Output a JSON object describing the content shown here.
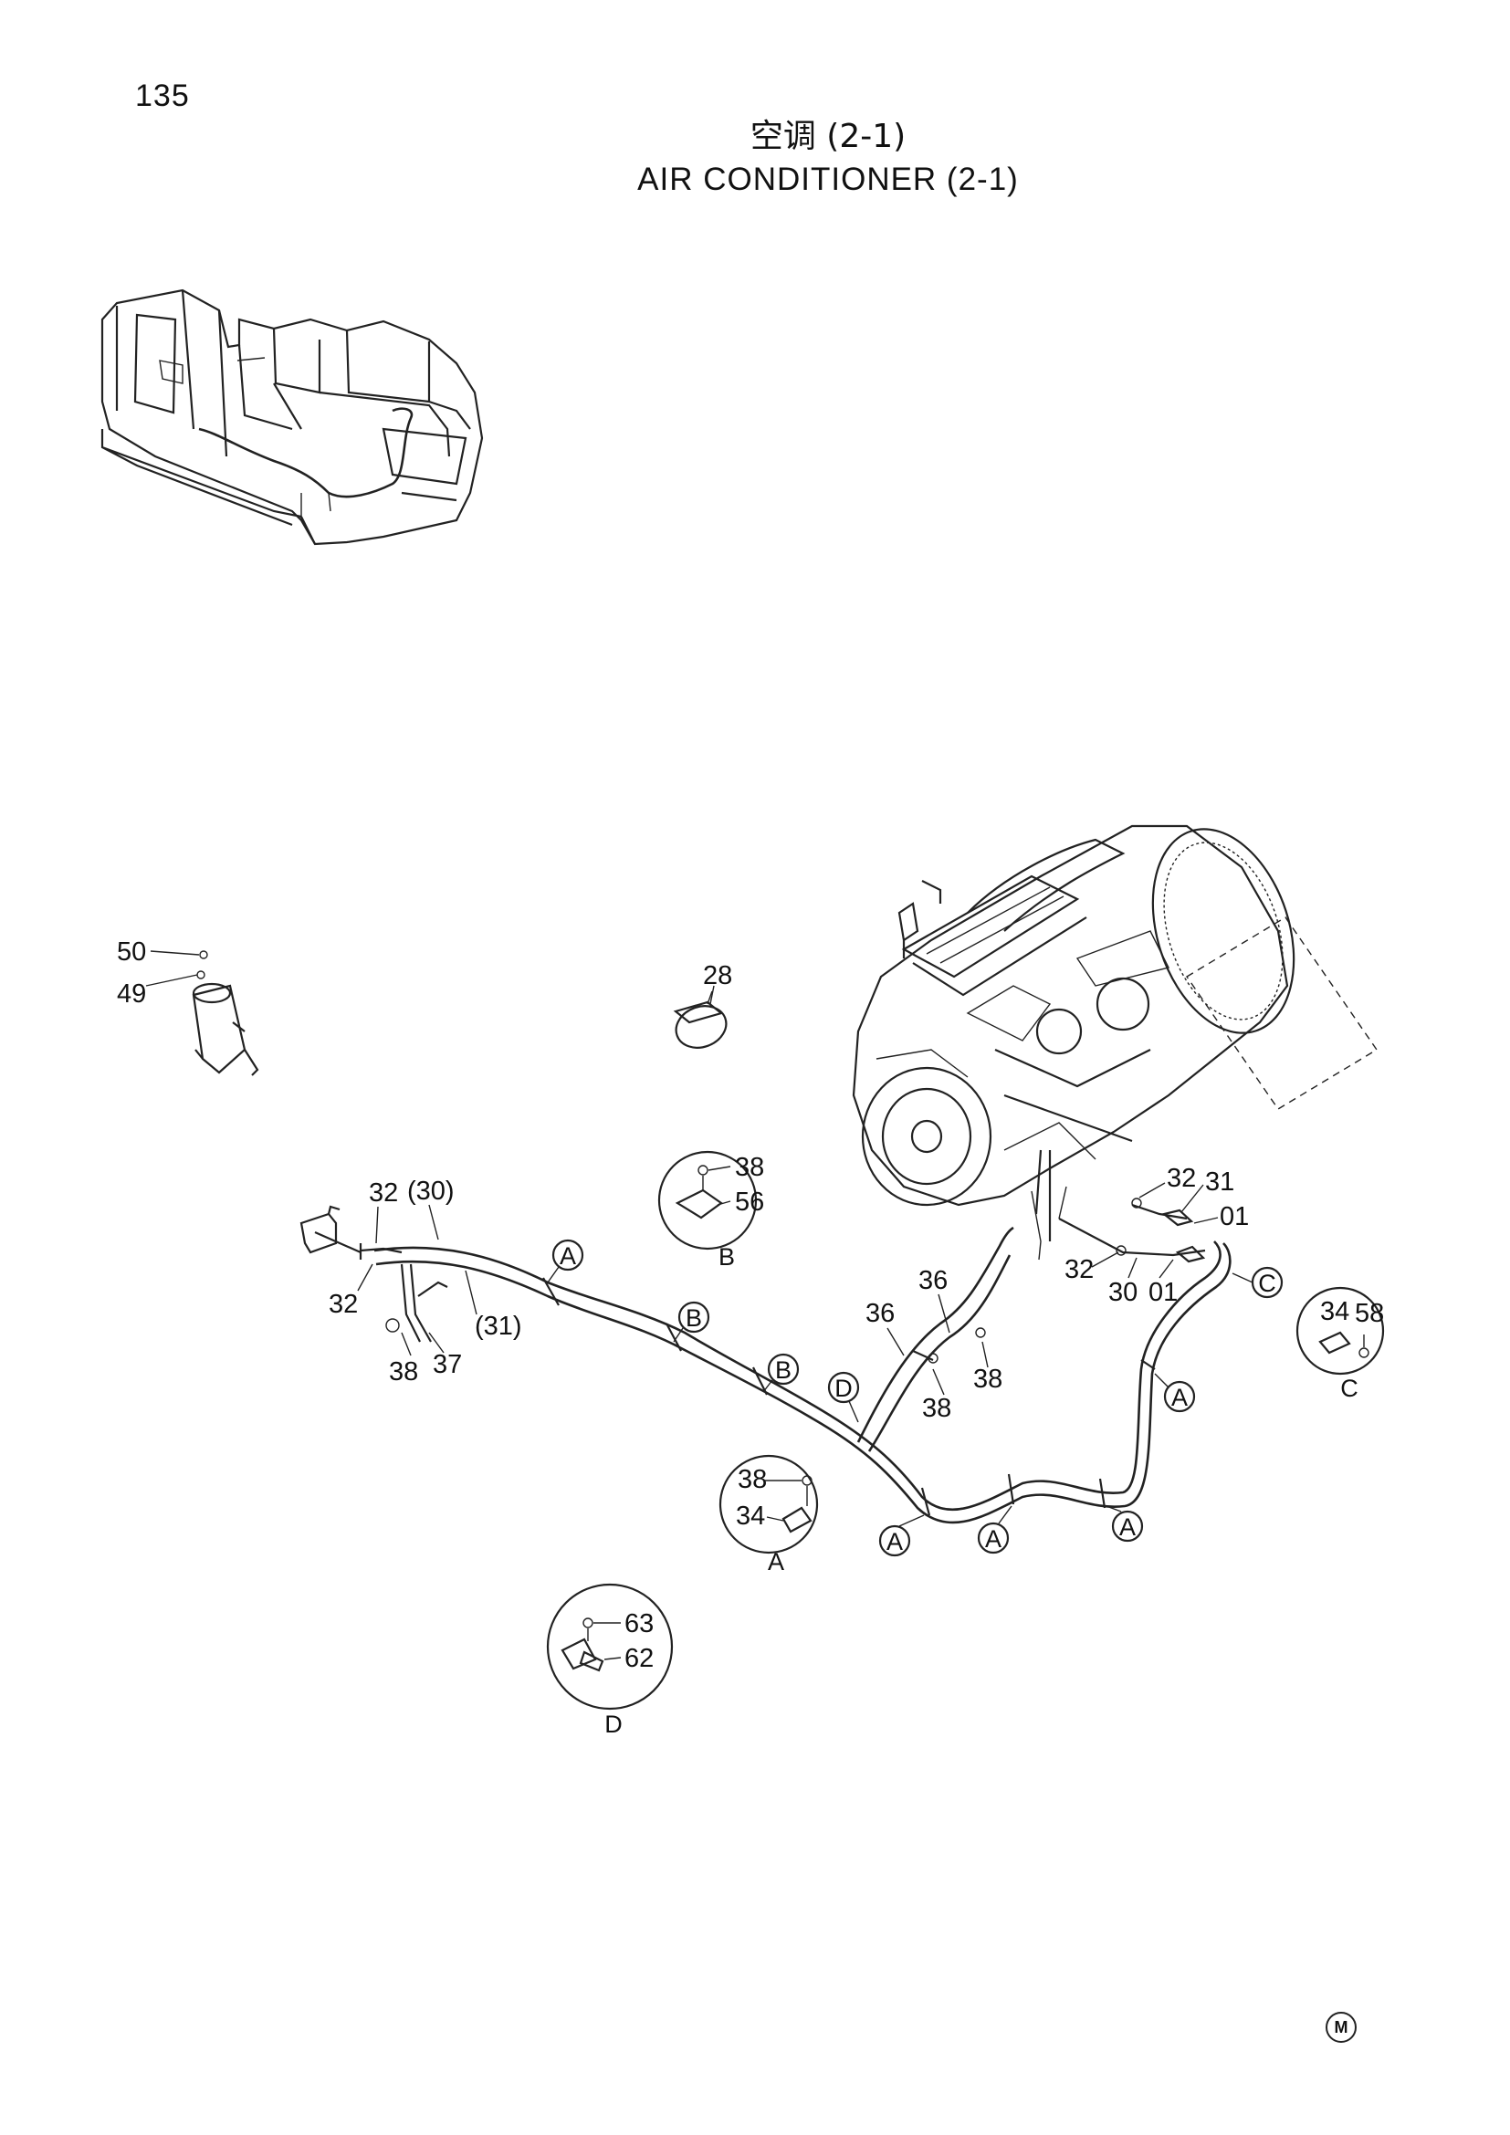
{
  "page_number": "135",
  "title_cn": "空调 (2-1)",
  "title_en": "AIR CONDITIONER (2-1)",
  "part_labels": [
    {
      "id": "50",
      "text": "50"
    },
    {
      "id": "49",
      "text": "49"
    },
    {
      "id": "28",
      "text": "28"
    },
    {
      "id": "32a",
      "text": "32"
    },
    {
      "id": "30p",
      "text": "(30)"
    },
    {
      "id": "32b",
      "text": "32"
    },
    {
      "id": "31p",
      "text": "(31)"
    },
    {
      "id": "38a",
      "text": "38"
    },
    {
      "id": "37",
      "text": "37"
    },
    {
      "id": "36a",
      "text": "36"
    },
    {
      "id": "36b",
      "text": "36"
    },
    {
      "id": "38b",
      "text": "38"
    },
    {
      "id": "38c",
      "text": "38"
    },
    {
      "id": "32c",
      "text": "32"
    },
    {
      "id": "31",
      "text": "31"
    },
    {
      "id": "01a",
      "text": "01"
    },
    {
      "id": "32d",
      "text": "32"
    },
    {
      "id": "30",
      "text": "30"
    },
    {
      "id": "01b",
      "text": "01"
    }
  ],
  "detail_callouts": [
    {
      "letter": "B",
      "parts": [
        "38",
        "56"
      ]
    },
    {
      "letter": "C",
      "parts": [
        "34",
        "58"
      ]
    },
    {
      "letter": "A",
      "parts": [
        "38",
        "34"
      ]
    },
    {
      "letter": "D",
      "parts": [
        "63",
        "62"
      ]
    }
  ],
  "clamp_markers": [
    "A",
    "B",
    "B",
    "D",
    "C",
    "A",
    "A",
    "A",
    "A"
  ],
  "manufacturer_mark": "M"
}
